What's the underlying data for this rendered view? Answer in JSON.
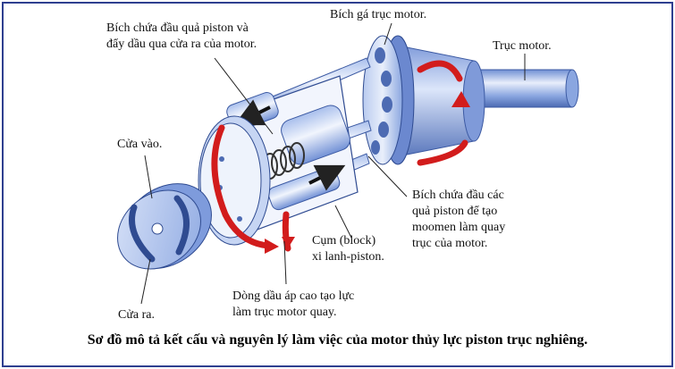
{
  "labels": {
    "flange_piston_heads_line1": "Bích chứa đầu quả piston và",
    "flange_piston_heads_line2": "đẩy dầu qua cửa ra của motor.",
    "flange_shaft_mount": "Bích gá trục motor.",
    "motor_shaft": "Trục motor.",
    "inlet_port": "Cửa vào.",
    "outlet_port": "Cửa ra.",
    "torque_flange_line1": "Bích chứa đầu các",
    "torque_flange_line2": "quả piston để tạo",
    "torque_flange_line3": "moomen làm quay",
    "torque_flange_line4": "trục của motor.",
    "cylinder_block_line1": "Cụm (block)",
    "cylinder_block_line2": "xi lanh-piston.",
    "oil_flow_line1": "Dòng dầu áp cao tạo lực",
    "oil_flow_line2": "làm trục motor quay."
  },
  "caption": "Sơ đồ mô tả kết cấu và nguyên lý làm việc của motor thủy lực piston trục nghiêng.",
  "colors": {
    "frame": "#2e3f8f",
    "metal_light": "#dfe7f8",
    "metal_mid": "#9fb6e6",
    "metal_dark": "#4d6bb3",
    "arrow_red": "#d21c1c",
    "line": "#222222"
  }
}
